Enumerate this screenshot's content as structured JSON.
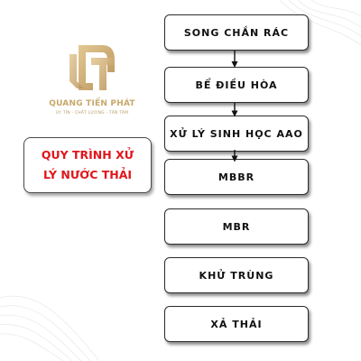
{
  "logo": {
    "mark_letters": "QT",
    "name": "QUANG TIẾN PHÁT",
    "tagline": "UY TÍN - CHẤT LƯỢNG - TẬN TÂM",
    "color": "#c8a86a"
  },
  "title": {
    "line1": "QUY TRÌNH XỬ",
    "line2": "LÝ NƯỚC THẢI",
    "color": "#e0161b"
  },
  "steps": [
    {
      "label": "SONG CHẮN RÁC"
    },
    {
      "label": "BỂ ĐIỀU HÒA"
    },
    {
      "label": "XỬ LÝ SINH HỌC AAO"
    },
    {
      "label": "MBBR"
    },
    {
      "label": "MBR"
    },
    {
      "label": "KHỬ TRÙNG"
    },
    {
      "label": "XẢ THẢI"
    }
  ],
  "arrows": [
    {
      "from": "SONG CHẮN RÁC",
      "to": "BỂ ĐIỀU HÒA"
    },
    {
      "from": "BỂ ĐIỀU HÒA",
      "to": "XỬ LÝ SINH HỌC AAO"
    },
    {
      "from": "XỬ LÝ SINH HỌC AAO",
      "to": "MBBR"
    }
  ]
}
